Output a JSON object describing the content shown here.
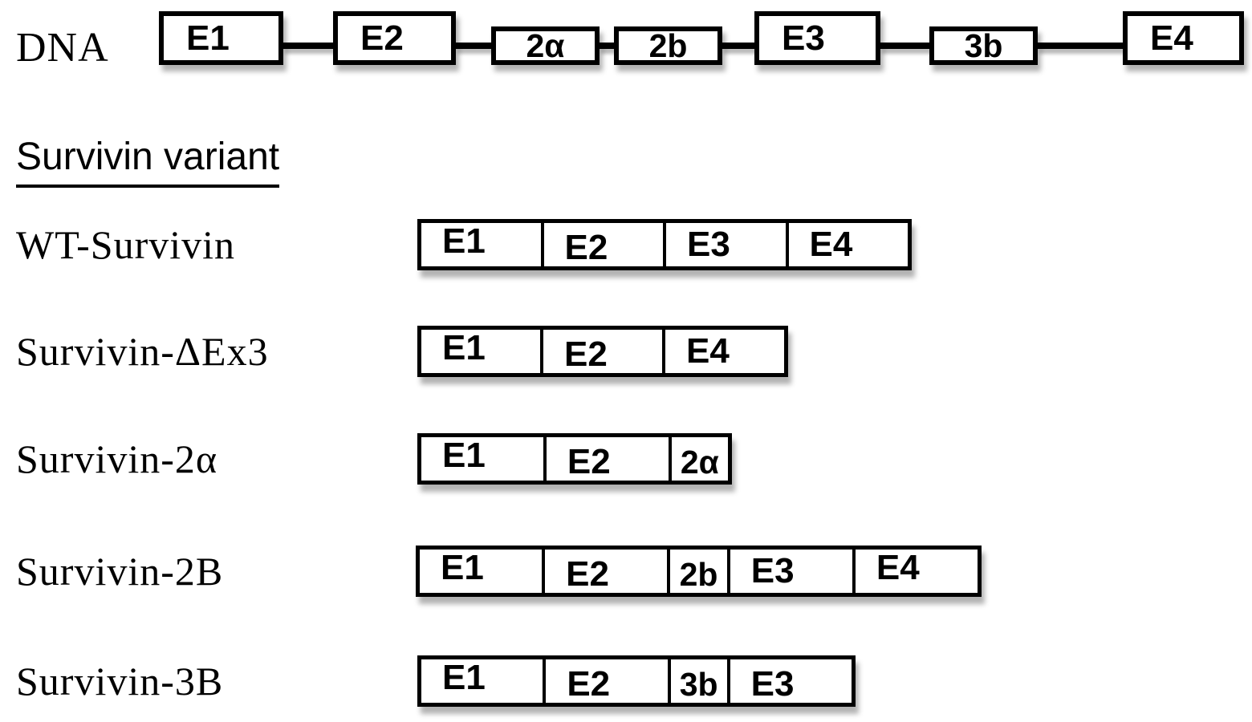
{
  "dna_track": {
    "label": "DNA",
    "segments": [
      {
        "label": "E1",
        "size": "large"
      },
      {
        "label": "E2",
        "size": "large"
      },
      {
        "label": "2α",
        "size": "small"
      },
      {
        "label": "2b",
        "size": "small"
      },
      {
        "label": "E3",
        "size": "large"
      },
      {
        "label": "3b",
        "size": "small"
      },
      {
        "label": "E4",
        "size": "large"
      }
    ]
  },
  "header": {
    "title": "Survivin variant"
  },
  "variants": [
    {
      "name": "WT-Survivin",
      "exons": [
        "E1",
        "E2",
        "E3",
        "E4"
      ]
    },
    {
      "name": "Survivin-ΔEx3",
      "exons": [
        "E1",
        "E2",
        "E4"
      ]
    },
    {
      "name": "Survivin-2α",
      "exons": [
        "E1",
        "E2",
        "2α"
      ]
    },
    {
      "name": "Survivin-2B",
      "exons": [
        "E1",
        "E2",
        "2b",
        "E3",
        "E4"
      ]
    },
    {
      "name": "Survivin-3B",
      "exons": [
        "E1",
        "E2",
        "3b",
        "E3"
      ]
    }
  ],
  "colors": {
    "ink": "#000000",
    "background": "#ffffff"
  }
}
